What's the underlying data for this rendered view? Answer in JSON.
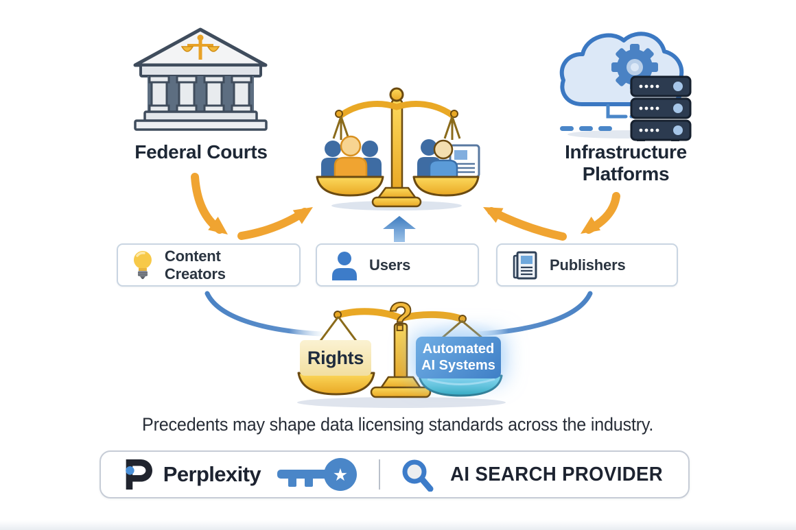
{
  "diagram_title": "AI data licensing balance diagram",
  "nodes": {
    "federal_courts": {
      "label": "Federal Courts",
      "icon": "courthouse-icon"
    },
    "infrastructure_platforms": {
      "line1": "Infrastructure",
      "line2": "Platforms",
      "icon": "cloud-gear-servers-icon"
    }
  },
  "boxes": [
    {
      "label": "Content Creators",
      "icon": "lightbulb-icon"
    },
    {
      "label": "Users",
      "icon": "user-icon"
    },
    {
      "label": "Publishers",
      "icon": "newspaper-icon"
    }
  ],
  "upper_scale": {
    "icon": "balance-scale-people-icon",
    "left_pan": "people-group",
    "right_pan": "people-and-document"
  },
  "lower_scale": {
    "icon": "balance-scale-question-icon",
    "left_tag": "Rights",
    "right_tag_line1": "Automated",
    "right_tag_line2": "AI Systems"
  },
  "caption": {
    "text": "Precedents may shape data licensing standards across the industry."
  },
  "footer": {
    "brand": "Perplexity",
    "provider": "AI SEARCH PROVIDER",
    "icons": [
      "perplexity-logo",
      "key-icon",
      "search-icon"
    ]
  },
  "colors": {
    "gold": "#E9A825",
    "gold_light": "#FCD95C",
    "orange_arrow": "#F0A431",
    "blue": "#4A86C8",
    "navy_text": "#1D2735",
    "box_border": "#C9D5E2",
    "cream_tag": "#F7EDC4",
    "teal_pan": "#3FB8CE",
    "server_navy": "#2C3B50",
    "shadow": "#DFE4ED"
  }
}
